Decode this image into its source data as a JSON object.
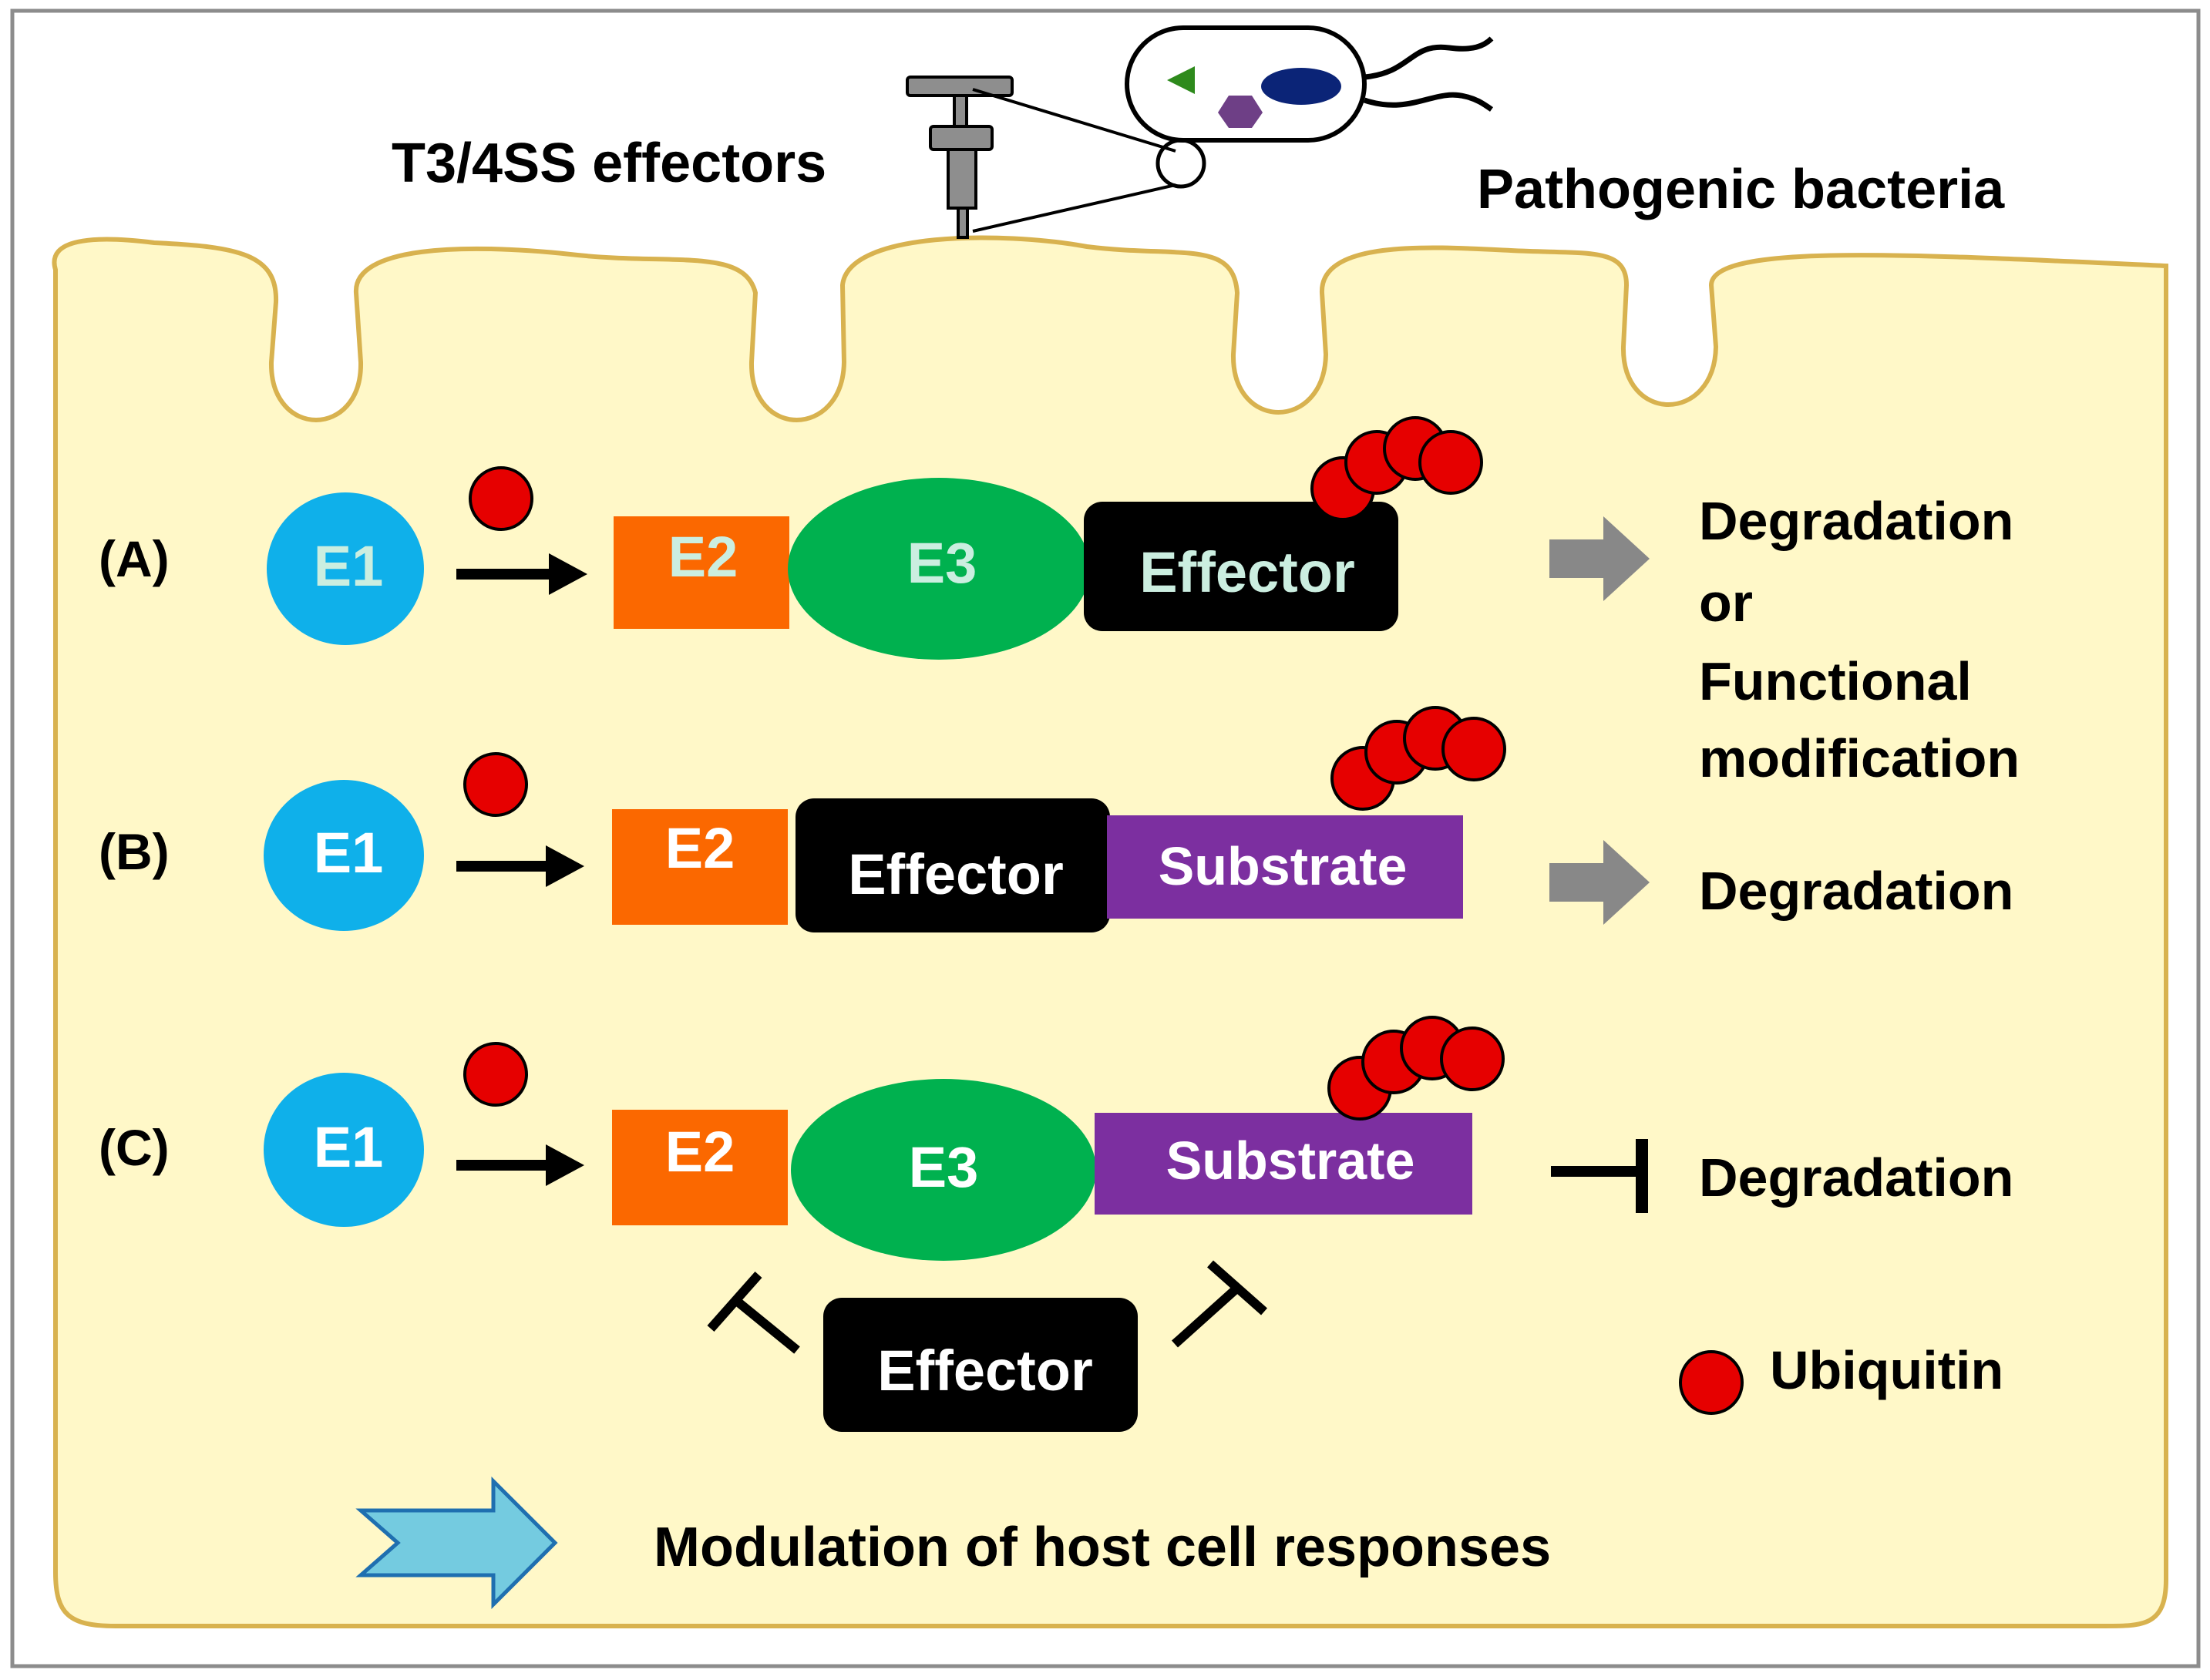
{
  "header": {
    "t3_label": "T3/4SS effectors",
    "bacteria_label": "Pathogenic bacteria"
  },
  "row_a": {
    "label": "(A)",
    "e1": "E1",
    "e2": "E2",
    "e3": "E3",
    "effector": "Effector",
    "outcome_line1": "Degradation",
    "outcome_line2": "or",
    "outcome_line3": "Functional",
    "outcome_line4": "modification"
  },
  "row_b": {
    "label": "(B)",
    "e1": "E1",
    "e2": "E2",
    "effector": "Effector",
    "substrate": "Substrate",
    "outcome": "Degradation"
  },
  "row_c": {
    "label": "(C)",
    "e1": "E1",
    "e2": "E2",
    "e3": "E3",
    "substrate": "Substrate",
    "effector": "Effector",
    "outcome": "Degradation"
  },
  "legend": {
    "ubiquitin": "Ubiquitin",
    "modulation": "Modulation of host cell responses"
  },
  "colors": {
    "cell": "#fff8c8",
    "e1": "#0fb0ea",
    "e2": "#fb6800",
    "e3": "#00b14f",
    "effector": "#000000",
    "substrate": "#7c2fa0",
    "ubiquitin": "#e60000",
    "modulation_arrow": "#74cbe0"
  }
}
